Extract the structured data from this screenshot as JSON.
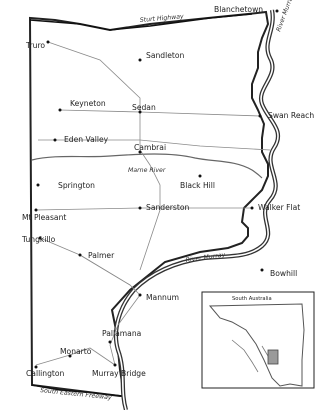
{
  "map": {
    "inset": {
      "title": "South Australia"
    },
    "roads": {
      "sturt_highway": "Sturt Highway",
      "south_eastern_freeway": "South Eastern Freeway"
    },
    "rivers": {
      "marne": "Marne River",
      "murray_upper": "River Murray",
      "murray_lower": "River Murray"
    },
    "towns": {
      "blanchetown": "Blanchetown",
      "truro": "Truro",
      "sandleton": "Sandleton",
      "keyneton": "Keyneton",
      "sedan": "Sedan",
      "swan_reach": "Swan Reach",
      "eden_valley": "Eden Valley",
      "cambrai": "Cambrai",
      "black_hill": "Black Hill",
      "springton": "Springton",
      "mt_pleasant": "Mt Pleasant",
      "sanderston": "Sanderston",
      "walker_flat": "Walker Flat",
      "tungkillo": "Tungkillo",
      "palmer": "Palmer",
      "mannum": "Mannum",
      "bowhill": "Bowhill",
      "pallamana": "Pallamana",
      "monarto": "Monarto",
      "callington": "Callington",
      "murray_bridge": "Murray Bridge"
    }
  }
}
